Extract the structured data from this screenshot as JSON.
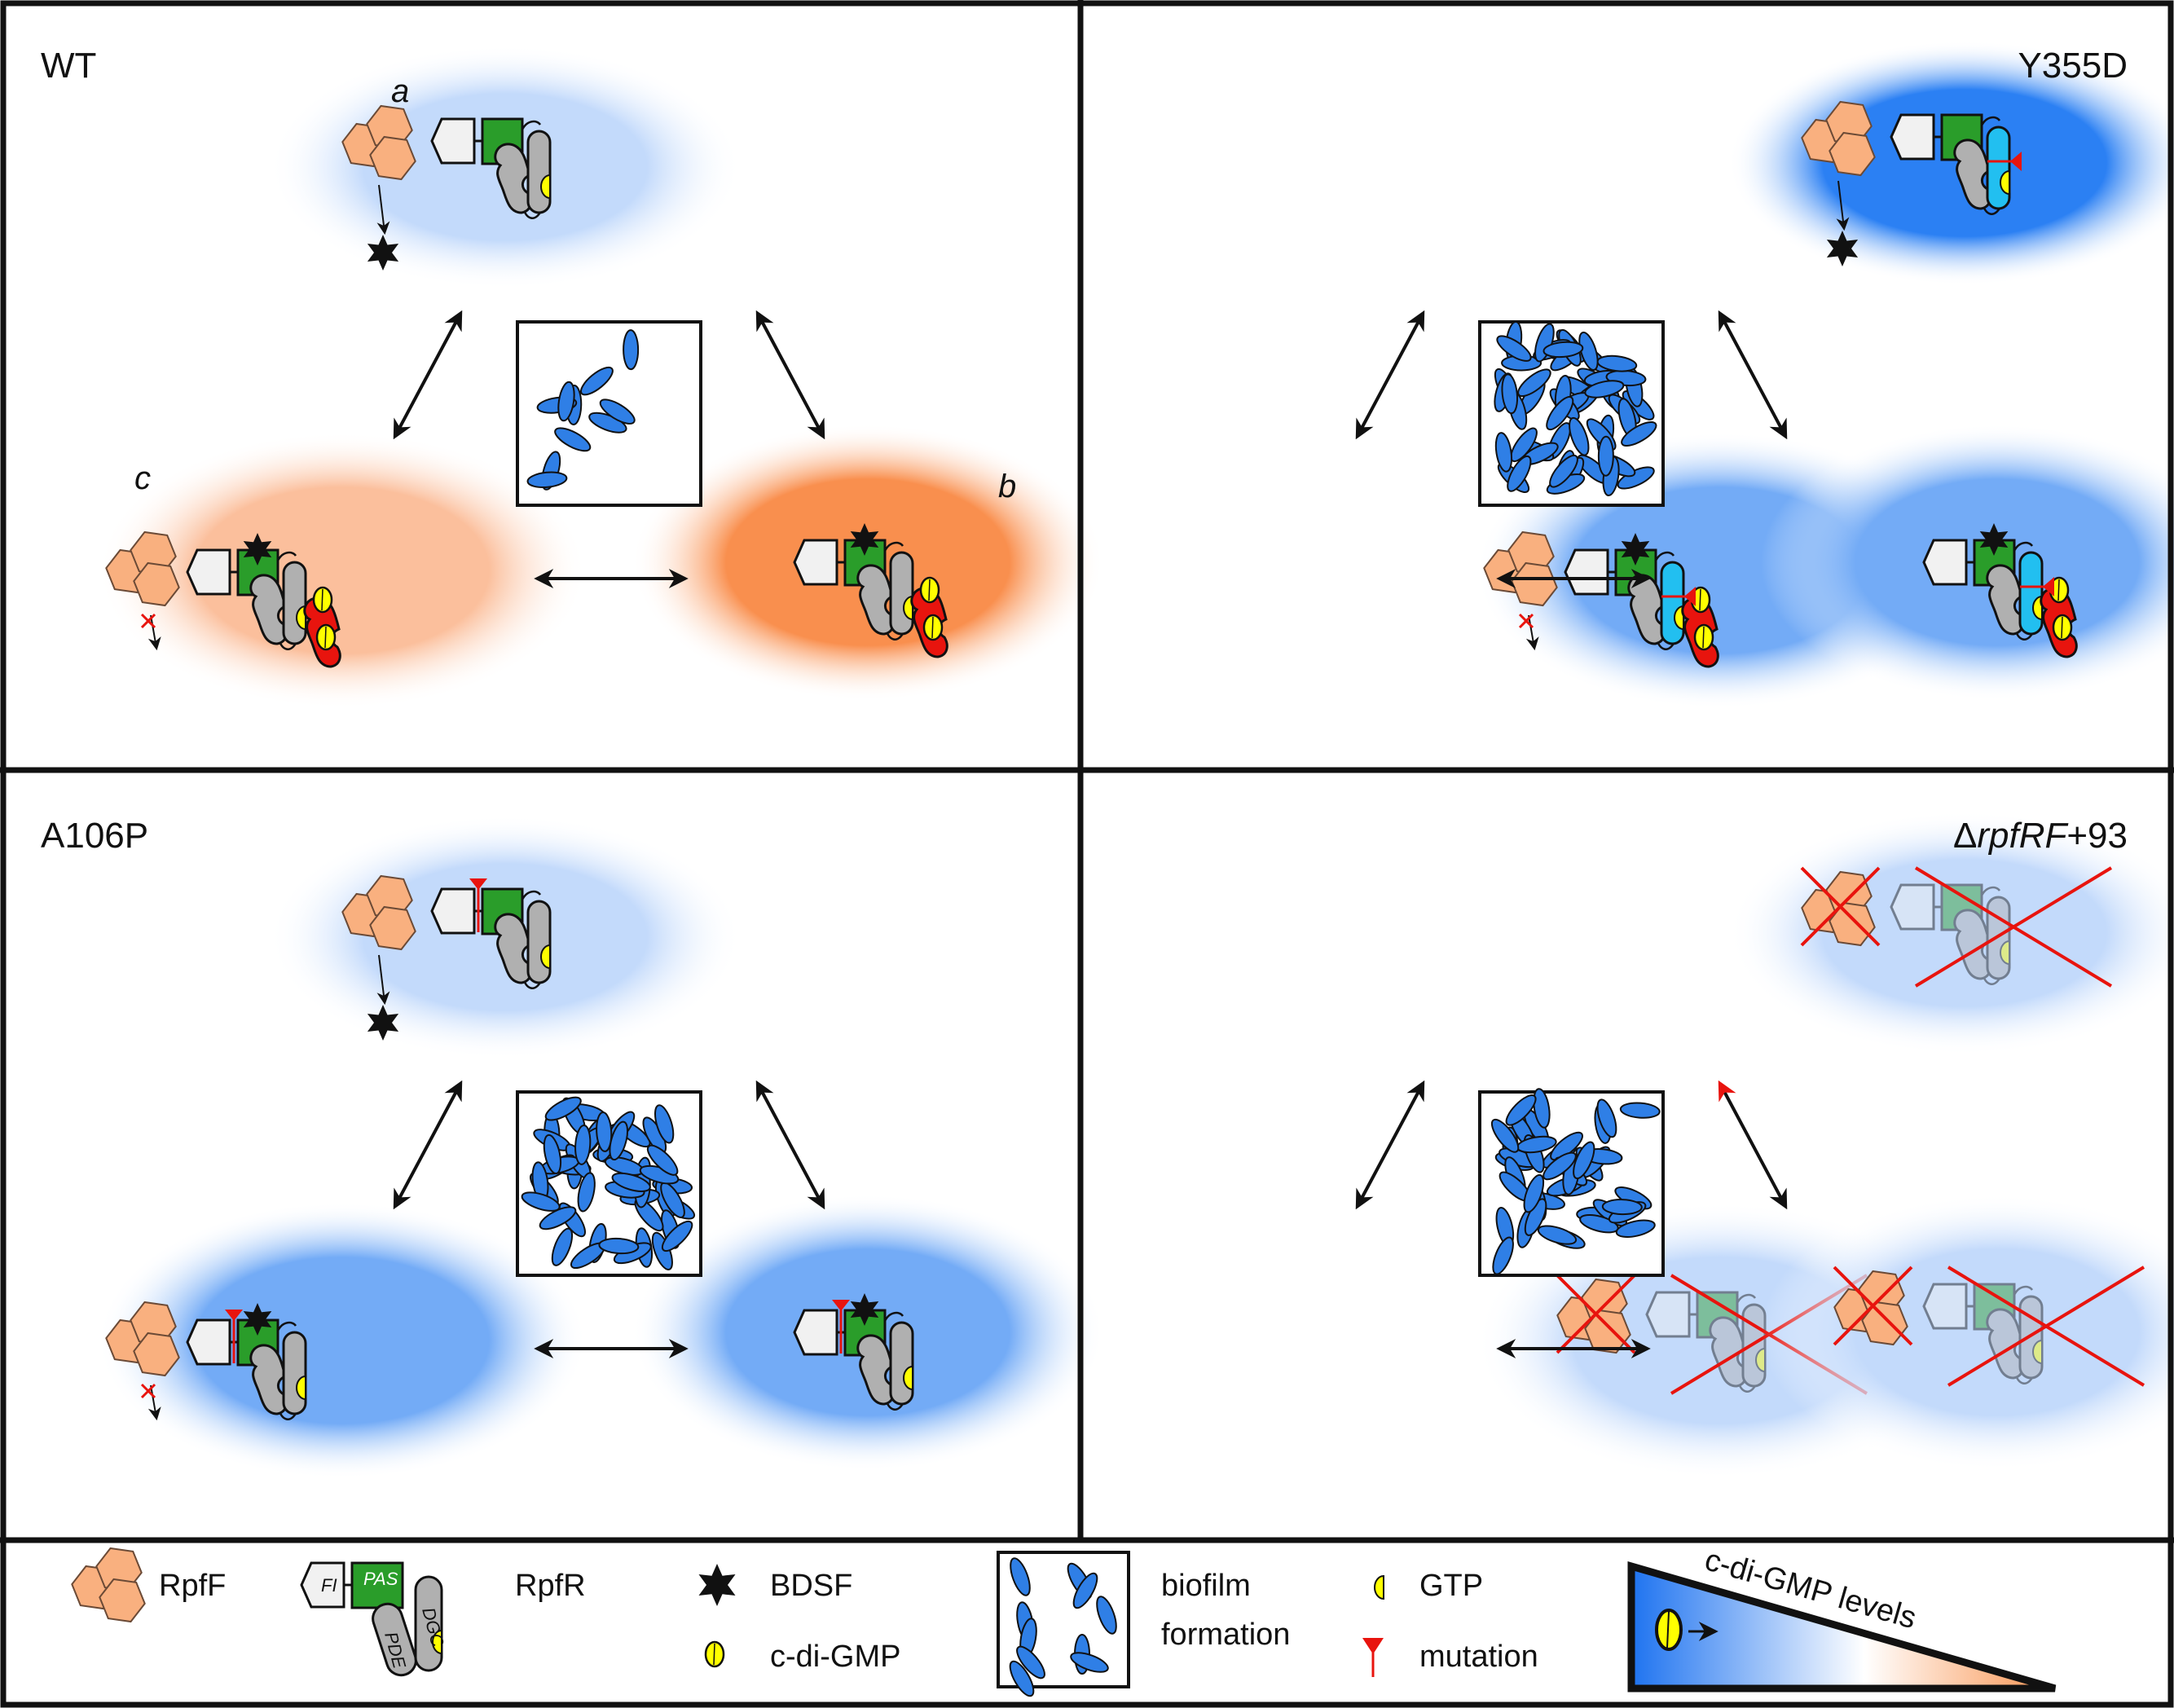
{
  "colors": {
    "rpff": "#f9b07f",
    "pas": "#2a9d2a",
    "fi": "#f1f1f1",
    "pde": "#b0b0b0",
    "dgc": "#b0b0b0",
    "dgc_mutant": "#22bff0",
    "pde_active": "#e8140e",
    "nucleotide": "#ffff00",
    "mutation": "#e8140e",
    "bacteria": "#2f7fe6",
    "cell_light_blue": "#c3dafb",
    "cell_blue": "#2b80f3",
    "cell_mid_blue": "#73abf6",
    "cell_light_orange": "#fbbf9c",
    "cell_orange": "#f98f4e"
  },
  "panels": [
    {
      "id": "wt",
      "title": "WT",
      "title_align": "left",
      "biofilm_density": 10,
      "state_labels": {
        "a": "a",
        "b": "b",
        "c": "c"
      },
      "cells": {
        "top": {
          "fill": "cell_light_blue",
          "rpff": "free",
          "bdsf": "free",
          "bound": false,
          "pde_active": false,
          "mutation": null,
          "crossed": false
        },
        "left": {
          "fill": "cell_light_orange",
          "rpff": "bound",
          "bdsf": "blocked",
          "bound": true,
          "pde_active": true,
          "mutation": null,
          "crossed": false
        },
        "right": {
          "fill": "cell_orange",
          "rpff": "none",
          "bdsf": "none",
          "bound": true,
          "pde_active": true,
          "mutation": null,
          "crossed": false
        }
      },
      "red_arrow": false
    },
    {
      "id": "y355d",
      "title": "Y355D",
      "title_align": "right",
      "biofilm_density": 55,
      "cells": {
        "top": {
          "fill": "cell_blue",
          "rpff": "free",
          "bdsf": "free",
          "bound": false,
          "pde_active": false,
          "mutation": "dgc",
          "crossed": false
        },
        "left": {
          "fill": "cell_mid_blue",
          "rpff": "bound",
          "bdsf": "blocked",
          "bound": true,
          "pde_active": true,
          "mutation": "dgc",
          "crossed": false
        },
        "right": {
          "fill": "cell_mid_blue",
          "rpff": "none",
          "bdsf": "none",
          "bound": true,
          "pde_active": true,
          "mutation": "dgc",
          "crossed": false
        }
      },
      "red_arrow": false
    },
    {
      "id": "a106p",
      "title": "A106P",
      "title_align": "left",
      "biofilm_density": 50,
      "cells": {
        "top": {
          "fill": "cell_light_blue",
          "rpff": "free",
          "bdsf": "free",
          "bound": false,
          "pde_active": false,
          "mutation": "linker",
          "crossed": false
        },
        "left": {
          "fill": "cell_mid_blue",
          "rpff": "bound",
          "bdsf": "blocked",
          "bound": true,
          "pde_active": false,
          "mutation": "linker",
          "crossed": false
        },
        "right": {
          "fill": "cell_mid_blue",
          "rpff": "none",
          "bdsf": "none",
          "bound": true,
          "pde_active": false,
          "mutation": "linker",
          "crossed": false
        }
      },
      "red_arrow": false
    },
    {
      "id": "delta",
      "title_prefix": "Δ",
      "title_italic": "rpfRF",
      "title_suffix": "+93",
      "title_align": "right",
      "biofilm_density": 42,
      "cells": {
        "top": {
          "fill": "cell_light_blue",
          "rpff": "free",
          "bdsf": "none",
          "bound": false,
          "pde_active": false,
          "mutation": null,
          "crossed": true
        },
        "left": {
          "fill": "cell_light_blue",
          "rpff": "free",
          "bdsf": "none",
          "bound": false,
          "pde_active": false,
          "mutation": null,
          "crossed": true
        },
        "right": {
          "fill": "cell_light_blue",
          "rpff": "free",
          "bdsf": "none",
          "bound": false,
          "pde_active": false,
          "mutation": null,
          "crossed": true
        }
      },
      "red_arrow": true
    }
  ],
  "legend": {
    "rpff": "RpfF",
    "rpfr": "RpfR",
    "fi_label": "FI",
    "pas_label": "PAS",
    "pde_label": "PDE",
    "dgc_label": "DGC",
    "bdsf": "BDSF",
    "cdigmp": "c-di-GMP",
    "biofilm_line1": "biofilm",
    "biofilm_line2": "formation",
    "gtp": "GTP",
    "mutation": "mutation",
    "gradient_label": "c-di-GMP levels"
  }
}
